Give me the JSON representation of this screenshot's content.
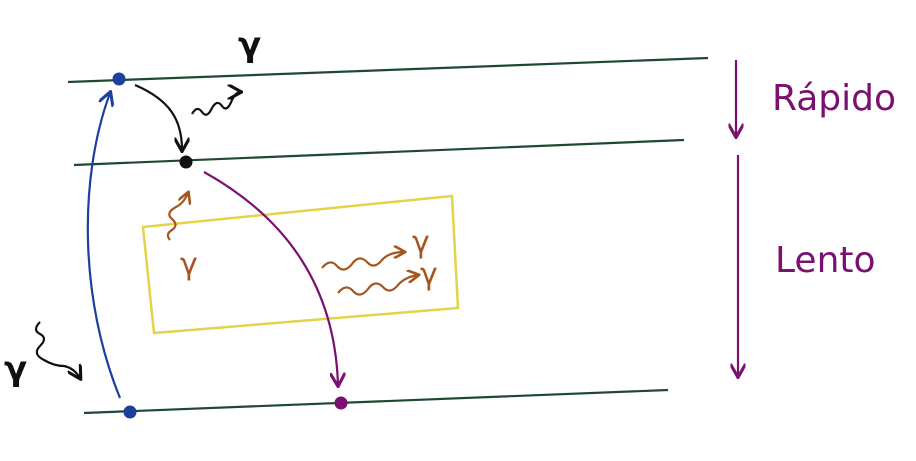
{
  "labels": {
    "fast": "Rápido",
    "slow": "Lento",
    "photon": "γ"
  },
  "colors": {
    "level_line": "#1d4a2f",
    "excitation": "#1f3f9e",
    "fast_decay": "#111111",
    "slow_decay": "#7a1070",
    "trap_box": "#e3d34a",
    "trap_photon": "#a4561e",
    "timescale_arrow": "#7a1070",
    "label_text": "#7a1070"
  }
}
